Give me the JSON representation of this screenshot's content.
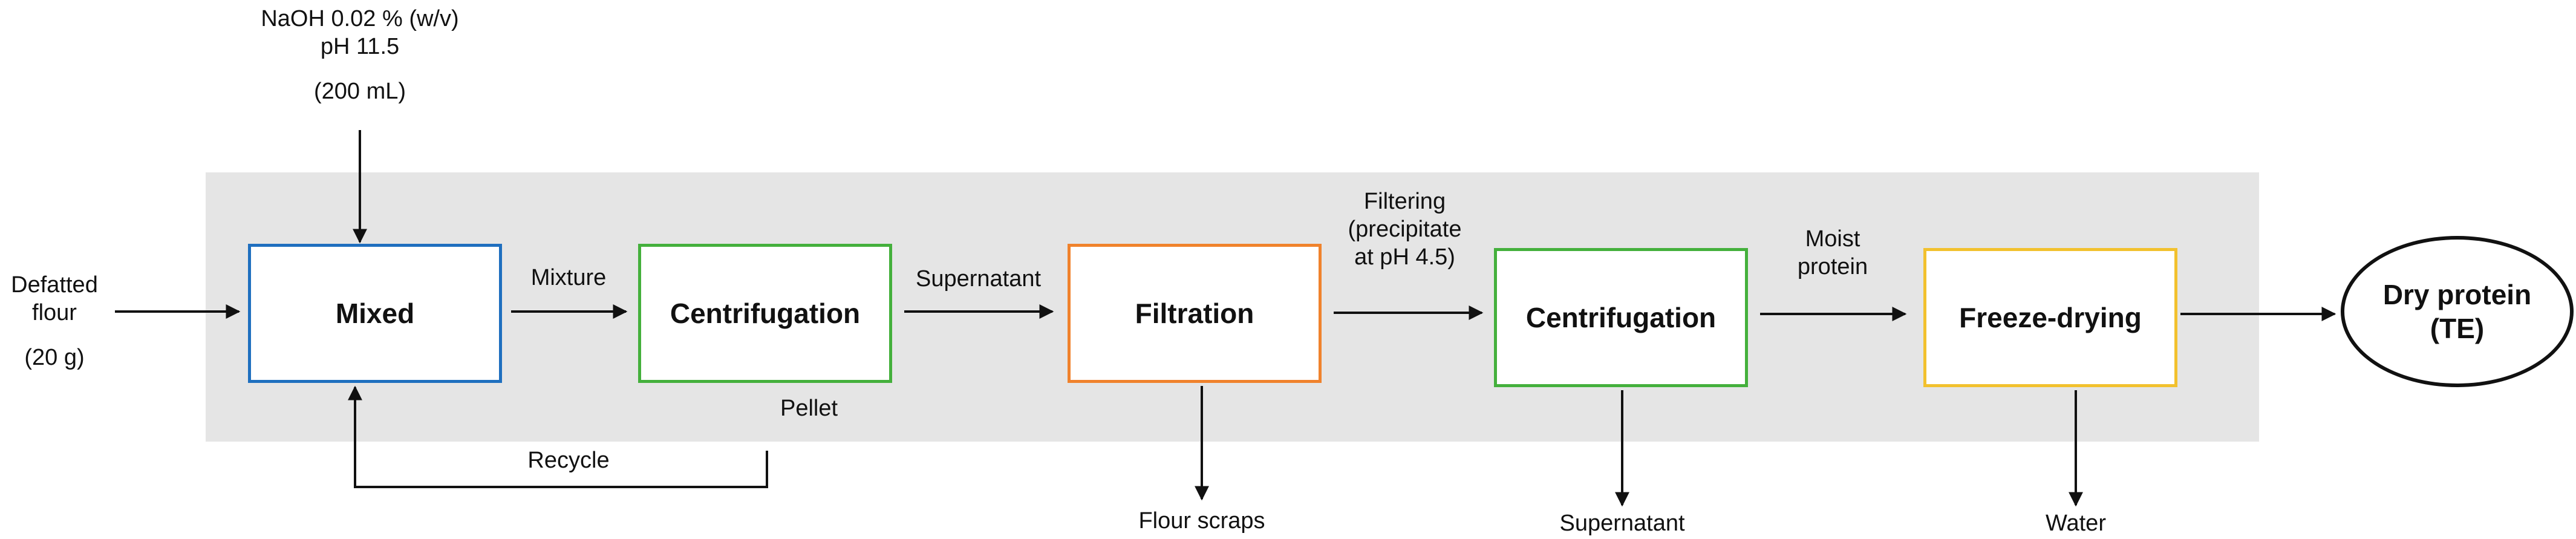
{
  "inputs": {
    "naoh_line1": "NaOH 0.02 % (w/v)",
    "naoh_line2": "pH 11.5",
    "naoh_line3": "(200 mL)",
    "flour_line1": "Defatted",
    "flour_line2": "flour",
    "flour_line3": "(20 g)"
  },
  "boxes": {
    "mixed": "Mixed",
    "centrifugation1": "Centrifugation",
    "filtration": "Filtration",
    "centrifugation2": "Centrifugation",
    "freeze_drying": "Freeze-drying"
  },
  "edges": {
    "mixture": "Mixture",
    "supernatant": "Supernatant",
    "filtering_line1": "Filtering",
    "filtering_line2": "(precipitate",
    "filtering_line3": "at pH 4.5)",
    "moist_line1": "Moist",
    "moist_line2": "protein",
    "pellet": "Pellet",
    "recycle": "Recycle"
  },
  "outputs": {
    "flour_scraps": "Flour scraps",
    "supernatant": "Supernatant",
    "water": "Water"
  },
  "product": {
    "line1": "Dry protein",
    "line2": "(TE)"
  },
  "colors": {
    "mixed": "#1f6fbf",
    "centrifugation1": "#44b03c",
    "filtration": "#f0822c",
    "centrifugation2": "#44b03c",
    "freeze_drying": "#f2c12e",
    "panel": "#e5e5e5"
  }
}
